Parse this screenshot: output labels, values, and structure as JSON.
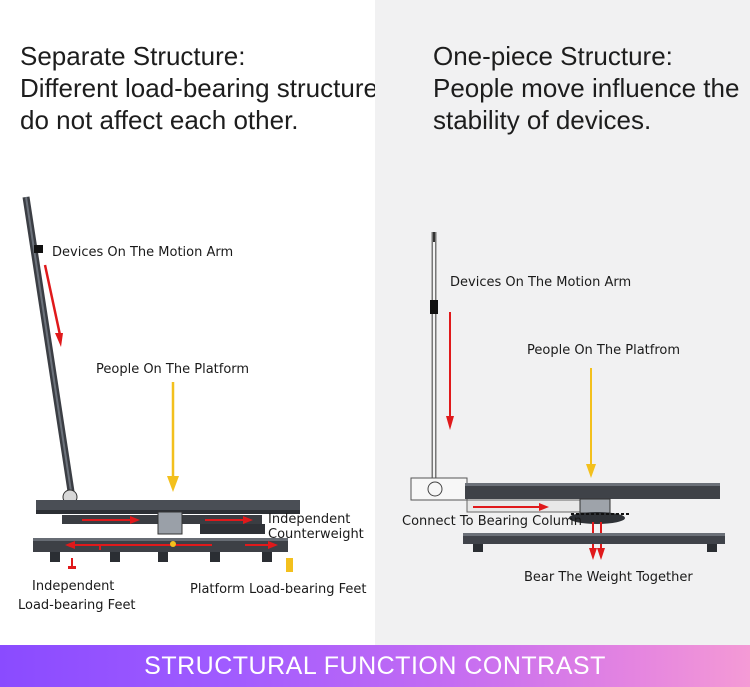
{
  "left": {
    "title_lines": [
      "Separate Structure:",
      "Different load-bearing structures",
      "do not affect each other."
    ],
    "labels": {
      "devices": "Devices On The Motion Arm",
      "people": "People On The Platform",
      "counterweight_line1": "Independent",
      "counterweight_line2": "Counterweight",
      "feet_line1": "Independent",
      "feet_line2": "Load-bearing Feet",
      "platform_feet": "Platform Load-bearing Feet"
    }
  },
  "right": {
    "title_lines": [
      "One-piece Structure:",
      "People move influence the",
      "stability of devices."
    ],
    "labels": {
      "devices": "Devices On The Motion Arm",
      "people": "People On The Platfrom",
      "connect": "Connect To Bearing Column",
      "bear": "Bear The Weight Together"
    }
  },
  "footer": {
    "title": "STRUCTURAL FUNCTION CONTRAST"
  },
  "colors": {
    "arrow_red": "#e0191b",
    "arrow_yellow": "#f3c01d",
    "frame_dark": "#3a3d42"
  }
}
